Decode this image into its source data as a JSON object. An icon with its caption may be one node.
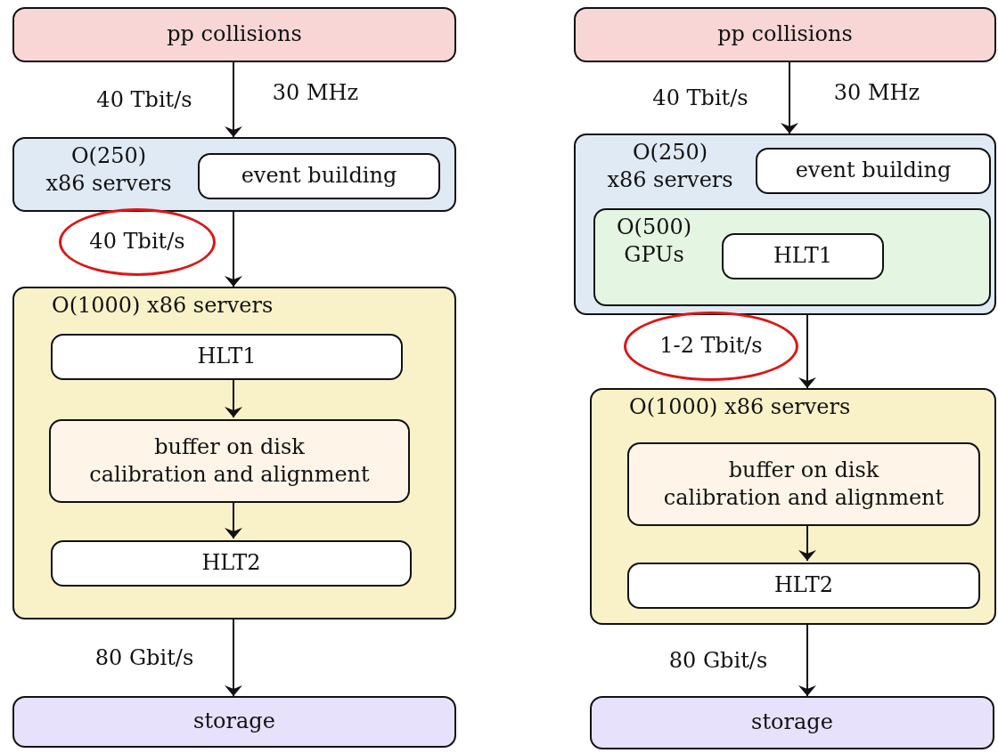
{
  "diagram": {
    "nodes": [
      {
        "text": [
          "pp collisions"
        ]
      },
      {
        "text": [
          "O(250)",
          "x86 servers"
        ]
      },
      {
        "text": [
          "event building"
        ],
        "in": 1
      },
      {
        "text": [
          "40 Tbit/s"
        ]
      },
      {
        "text": [
          "O(1000) x86 servers"
        ]
      },
      {
        "text": [
          "HLT1"
        ],
        "in": 4
      },
      {
        "text": [
          "buffer on disk",
          "calibration and alignment"
        ],
        "in": 4
      },
      {
        "text": [
          "HLT2"
        ],
        "in": 4
      },
      {
        "text": [
          "storage"
        ]
      },
      {
        "text": [
          "pp collisions"
        ]
      },
      {
        "text": [
          "O(250)",
          "x86 servers"
        ]
      },
      {
        "text": [
          "event building"
        ],
        "in": 10
      },
      {
        "text": [
          "O(500)",
          "GPUs"
        ],
        "in": 10
      },
      {
        "text": [
          "HLT1"
        ],
        "in": 12
      },
      {
        "text": [
          "1-2 Tbit/s"
        ]
      },
      {
        "text": [
          "O(1000) x86 servers"
        ]
      },
      {
        "text": [
          "buffer on disk",
          "calibration and alignment"
        ],
        "in": 15
      },
      {
        "text": [
          "HLT2"
        ],
        "in": 15
      },
      {
        "text": [
          "storage"
        ]
      }
    ],
    "edges": [
      {
        "from": 0,
        "to": 1,
        "arrow": "to",
        "label": "40 Tbit/s"
      },
      {
        "from": 1,
        "to": 4,
        "arrow": "to"
      },
      {
        "from": 5,
        "to": 6,
        "arrow": "to"
      },
      {
        "from": 6,
        "to": 7,
        "arrow": "to"
      },
      {
        "from": 4,
        "to": 8,
        "arrow": "to",
        "label": "80 Gbit/s"
      },
      {
        "from": 9,
        "to": 10,
        "arrow": "to",
        "label": "40 Tbit/s"
      },
      {
        "from": 10,
        "to": 15,
        "arrow": "to"
      },
      {
        "from": 16,
        "to": 17,
        "arrow": "to"
      },
      {
        "from": 15,
        "to": 18,
        "arrow": "to",
        "label": "80 Gbit/s"
      }
    ],
    "labels": [
      "30 MHz",
      "30 MHz"
    ]
  }
}
